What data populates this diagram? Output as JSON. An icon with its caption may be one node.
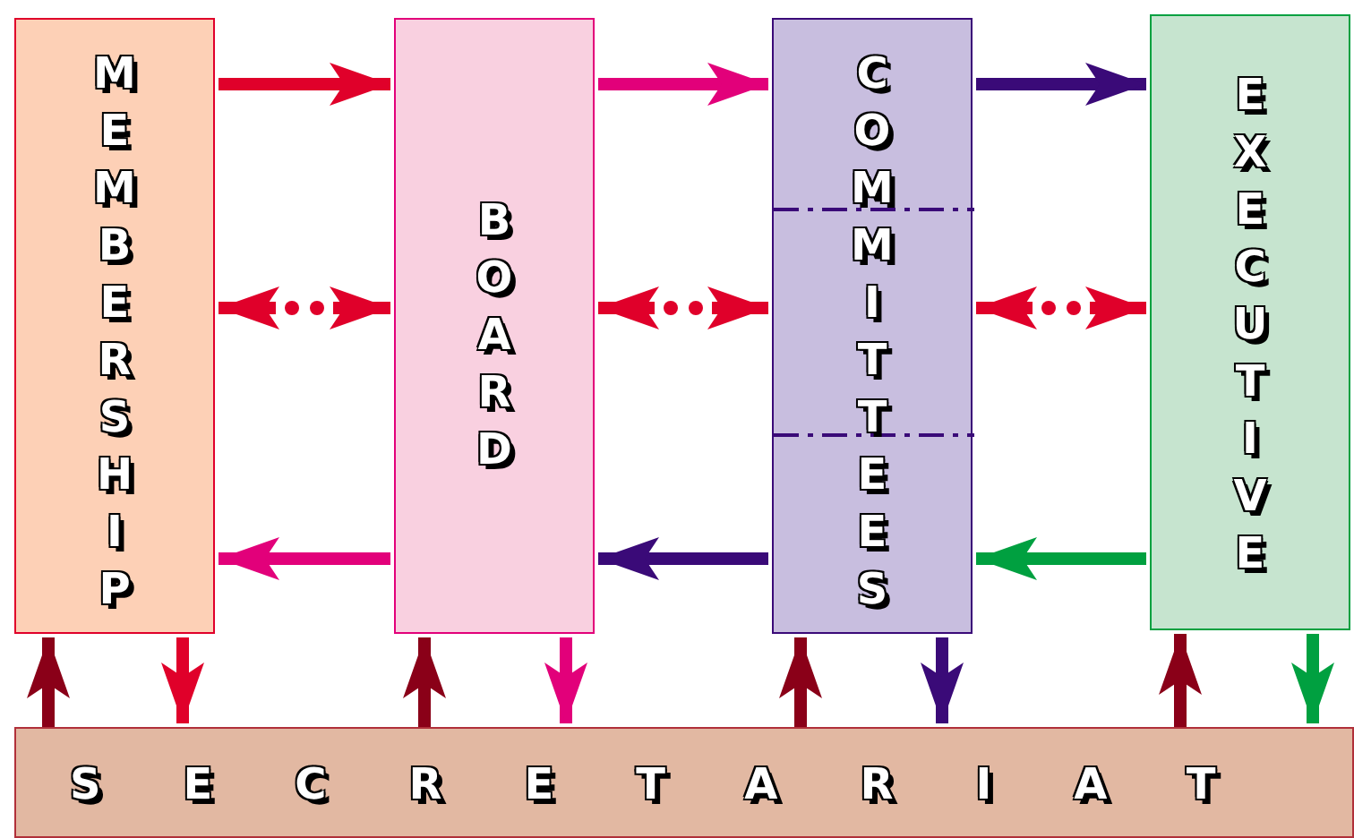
{
  "diagram": {
    "nodes": [
      {
        "text": [
          "MEMBERSHIP"
        ]
      },
      {
        "text": [
          "BOARD"
        ]
      },
      {
        "text": [
          "COMMITTEES"
        ]
      },
      {
        "text": [
          "EXECUTIVE"
        ]
      },
      {
        "text": [
          "SECRETARIAT"
        ]
      }
    ],
    "edges": [
      {
        "from": 0,
        "to": 1,
        "arrow": "to",
        "color": "#e0002a"
      },
      {
        "from": 1,
        "to": 2,
        "arrow": "to",
        "color": "#e2007a"
      },
      {
        "from": 2,
        "to": 3,
        "arrow": "to",
        "color": "#3a0a78"
      },
      {
        "from": 0,
        "to": 1,
        "arrow": "both",
        "color": "#e0002a"
      },
      {
        "from": 1,
        "to": 2,
        "arrow": "both",
        "color": "#e0002a"
      },
      {
        "from": 2,
        "to": 3,
        "arrow": "both",
        "color": "#e0002a"
      },
      {
        "from": 1,
        "to": 0,
        "arrow": "to",
        "color": "#e2007a"
      },
      {
        "from": 2,
        "to": 1,
        "arrow": "to",
        "color": "#3a0a78"
      },
      {
        "from": 3,
        "to": 2,
        "arrow": "to",
        "color": "#00a040"
      },
      {
        "from": 4,
        "to": 0,
        "arrow": "to",
        "color": "#8a0018"
      },
      {
        "from": 0,
        "to": 4,
        "arrow": "to",
        "color": "#e0002a"
      },
      {
        "from": 4,
        "to": 1,
        "arrow": "to",
        "color": "#8a0018"
      },
      {
        "from": 1,
        "to": 4,
        "arrow": "to",
        "color": "#e2007a"
      },
      {
        "from": 4,
        "to": 2,
        "arrow": "to",
        "color": "#8a0018"
      },
      {
        "from": 2,
        "to": 4,
        "arrow": "to",
        "color": "#3a0a78"
      },
      {
        "from": 4,
        "to": 3,
        "arrow": "to",
        "color": "#8a0018"
      },
      {
        "from": 3,
        "to": 4,
        "arrow": "to",
        "color": "#00a040"
      }
    ]
  }
}
